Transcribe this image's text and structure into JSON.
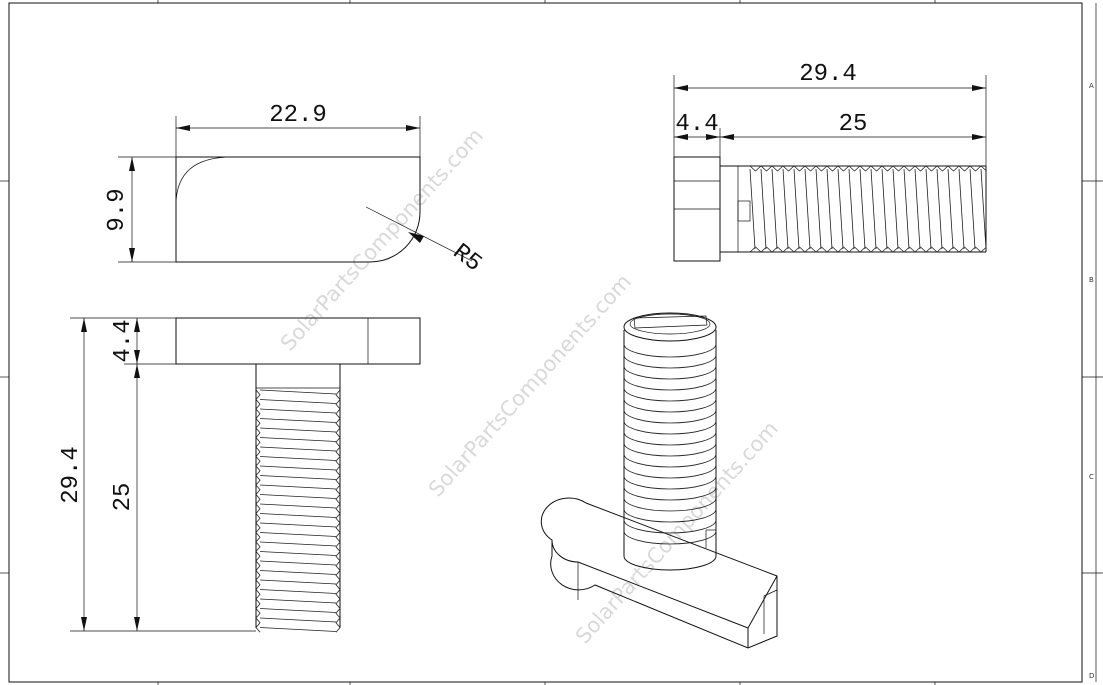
{
  "dimensions": {
    "side_width": "22.9",
    "side_height": "9.9",
    "radius": "R5",
    "top_total": "29.4",
    "top_head": "4.4",
    "top_thread": "25",
    "front_total": "29.4",
    "front_head": "4.4",
    "front_thread": "25"
  },
  "watermark": "SolarPartsComponents.com",
  "zones": [
    "A",
    "B",
    "C",
    "D"
  ]
}
